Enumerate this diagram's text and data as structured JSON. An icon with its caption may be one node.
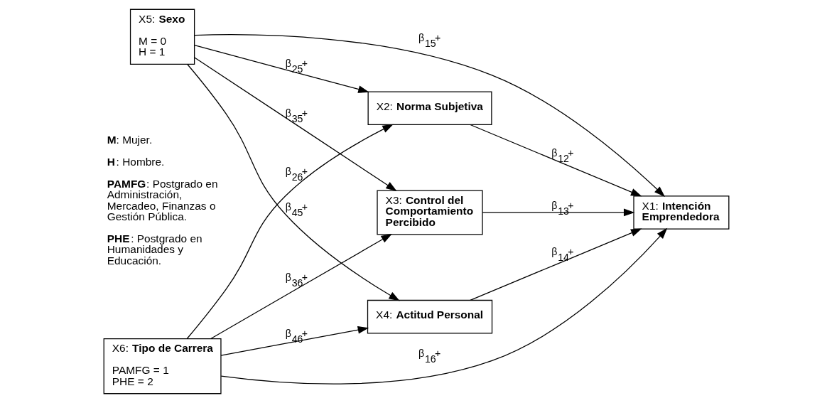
{
  "diagram": {
    "nodes": [
      {
        "text": [
          "X5: **Sexo**",
          "M = 0 H = 1"
        ]
      },
      {
        "text": [
          "X2: **Norma Subjetiva**"
        ]
      },
      {
        "text": [
          "X3: **Control del Comportamiento Percibido**"
        ]
      },
      {
        "text": [
          "X1: **Intención Emprendedora**"
        ]
      },
      {
        "text": [
          "X6: **Tipo de Carrera**",
          "PAMFG = 1 PHE = 2"
        ]
      },
      {
        "text": [
          "X4: **Actitud Personal**"
        ]
      }
    ],
    "edges": [
      {
        "from": 0,
        "to": 1,
        "arrow": "to",
        "label": "β$_{25}$+"
      },
      {
        "from": 0,
        "to": 3,
        "arrow": "to",
        "label": "β$_{15}$+"
      },
      {
        "from": 0,
        "to": 2,
        "arrow": "to",
        "label": "β$_{35}$+"
      },
      {
        "from": 0,
        "to": 5,
        "arrow": "to",
        "label": "β$_{45}$+"
      },
      {
        "from": 4,
        "to": 1,
        "arrow": "to",
        "label": "β$_{26}$+"
      },
      {
        "from": 4,
        "to": 2,
        "arrow": "to",
        "label": "β$_{36}$+"
      },
      {
        "from": 4,
        "to": 3,
        "arrow": "to",
        "label": "β$_{16}$+"
      },
      {
        "from": 4,
        "to": 5,
        "arrow": "to",
        "label": "β$_{46}$+"
      },
      {
        "from": 1,
        "to": 3,
        "arrow": "to",
        "label": "β$_{12}$+"
      },
      {
        "from": 2,
        "to": 3,
        "arrow": "to",
        "label": "β$_{13}$+"
      },
      {
        "from": 5,
        "to": 3,
        "arrow": "to",
        "label": "β$_{14}$+"
      }
    ],
    "labels": [
      "**M**: Mujer.",
      "**H**: Hombre.",
      "**PAMFG**: Postgrado en Administración, Mercadeo, Finanzas o Gestión Pública.",
      "**PHE**: Postgrado en Humanidades y Educación."
    ]
  }
}
